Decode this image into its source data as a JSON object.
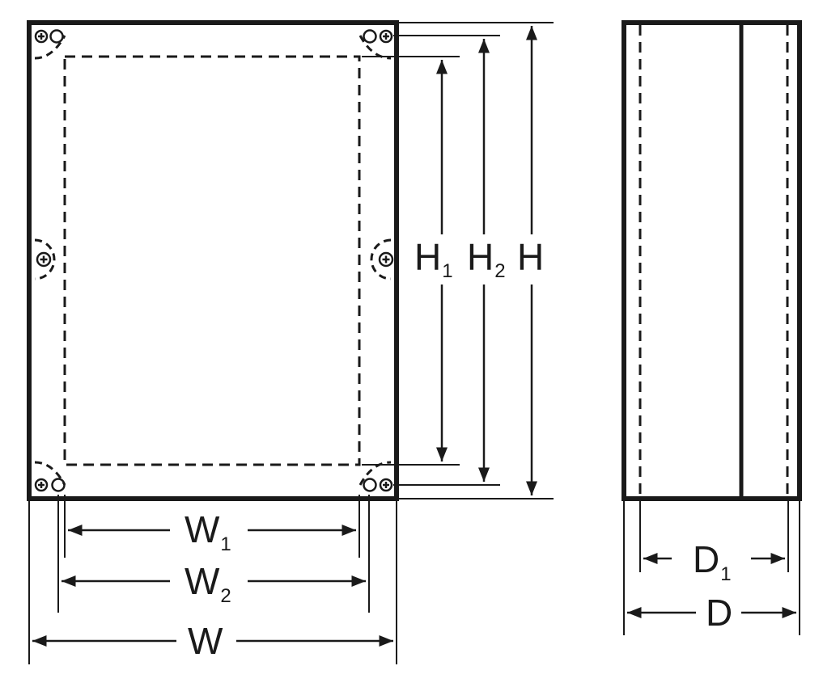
{
  "colors": {
    "ink": "#1a1a1a",
    "background": "#ffffff"
  },
  "labels": {
    "h1": {
      "main": "H",
      "sub": "1"
    },
    "h2": {
      "main": "H",
      "sub": "2"
    },
    "h": {
      "main": "H"
    },
    "w1": {
      "main": "W",
      "sub": "1"
    },
    "w2": {
      "main": "W",
      "sub": "2"
    },
    "w": {
      "main": "W"
    },
    "d1": {
      "main": "D",
      "sub": "1"
    },
    "d": {
      "main": "D"
    }
  },
  "icons": {
    "screw": "screw-icon",
    "mounting_hole": "mounting-hole-icon"
  }
}
